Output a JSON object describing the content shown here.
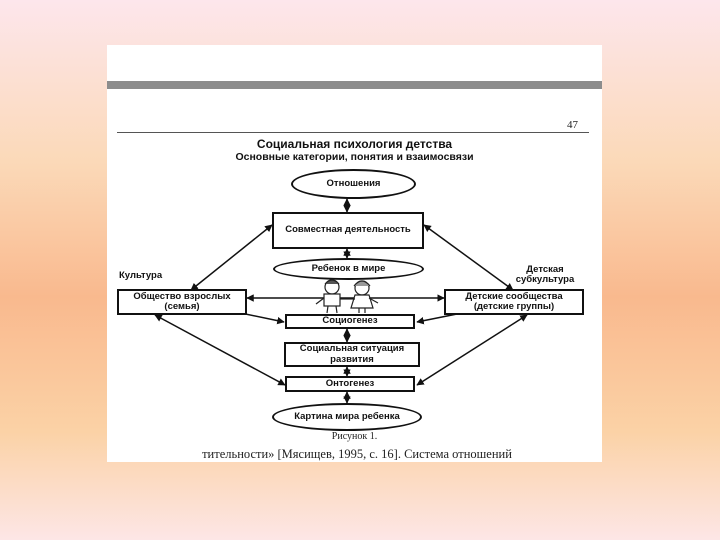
{
  "page": {
    "number": "47"
  },
  "diagram": {
    "title": "Социальная психология детства",
    "subtitle": "Основные категории, понятия и взаимосвязи",
    "nodes": {
      "relations": "Отношения",
      "joint_activity": "Совместная деятельность",
      "child_in_world": "Ребенок в мире",
      "adult_society": "Общество взрослых (семья)",
      "children_communities": "Детские сообщества (детские группы)",
      "sociogenesis": "Социогенез",
      "social_situation": "Социальная ситуация развития",
      "ontogenesis": "Онтогенез",
      "child_worldview": "Картина мира ребенка"
    },
    "labels": {
      "culture": "Культура",
      "child_subculture": "Детская субкультура"
    },
    "caption": "Рисунок 1.",
    "bottom_text": "тительности» [Мясищев, 1995, с. 16]. Система отношений"
  },
  "colors": {
    "frame": "#8c8c8c",
    "ink": "#111111"
  },
  "icons": [
    "children-illustration"
  ]
}
